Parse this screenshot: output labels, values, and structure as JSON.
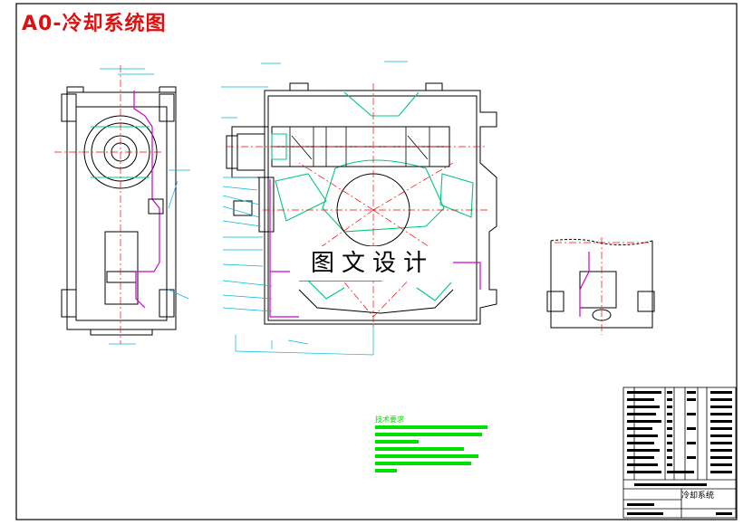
{
  "drawing": {
    "title": "A0-冷却系统图",
    "watermark": "图文设计",
    "notes_heading": "技术要求",
    "colors": {
      "outline": "#000000",
      "dimension": "#00b8d8",
      "centerline": "#ff0000",
      "part_hatch": "#00c878",
      "pipe": "#d000d0",
      "notes_text": "#00e000",
      "annotation": "#00a0ff"
    }
  },
  "title_block": {
    "drawing_name": "冷却系统"
  }
}
